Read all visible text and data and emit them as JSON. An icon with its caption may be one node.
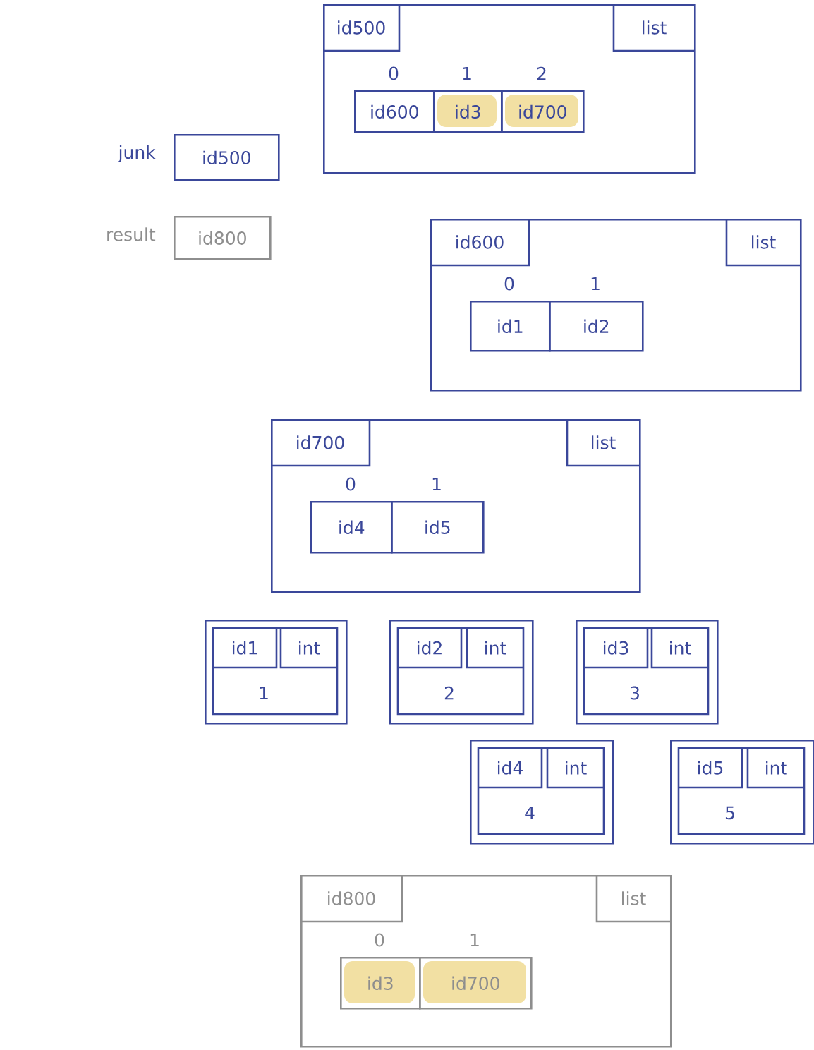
{
  "diagram": {
    "nodes": [
      {
        "text": [
          "id500",
          "list"
        ]
      },
      {
        "text": [
          "id600"
        ],
        "in": 0,
        "beside": [
          "0"
        ]
      },
      {
        "text": [
          "id3"
        ],
        "in": 0,
        "beside": [
          "1"
        ]
      },
      {
        "text": [
          "id700"
        ],
        "in": 0,
        "beside": [
          "2"
        ]
      },
      {
        "text": [
          "id500"
        ],
        "beside": [
          "junk"
        ]
      },
      {
        "text": [
          "id800"
        ],
        "beside": [
          "result"
        ]
      },
      {
        "text": [
          "id600",
          "list"
        ]
      },
      {
        "text": [
          "id1"
        ],
        "in": 6,
        "beside": [
          "0"
        ]
      },
      {
        "text": [
          "id2"
        ],
        "in": 6,
        "beside": [
          "1"
        ]
      },
      {
        "text": [
          "id700",
          "list"
        ]
      },
      {
        "text": [
          "id4"
        ],
        "in": 9,
        "beside": [
          "0"
        ]
      },
      {
        "text": [
          "id5"
        ],
        "in": 9,
        "beside": [
          "1"
        ]
      },
      {
        "text": [
          "id1",
          "int",
          "1"
        ]
      },
      {
        "text": [
          "id2",
          "int",
          "2"
        ]
      },
      {
        "text": [
          "id3",
          "int",
          "3"
        ]
      },
      {
        "text": [
          "id4",
          "int",
          "4"
        ]
      },
      {
        "text": [
          "id5",
          "int",
          "5"
        ]
      },
      {
        "text": [
          "id800",
          "list"
        ]
      },
      {
        "text": [
          "id3"
        ],
        "in": 17,
        "beside": [
          "0"
        ]
      },
      {
        "text": [
          "id700"
        ],
        "in": 17,
        "beside": [
          "1"
        ]
      }
    ]
  }
}
